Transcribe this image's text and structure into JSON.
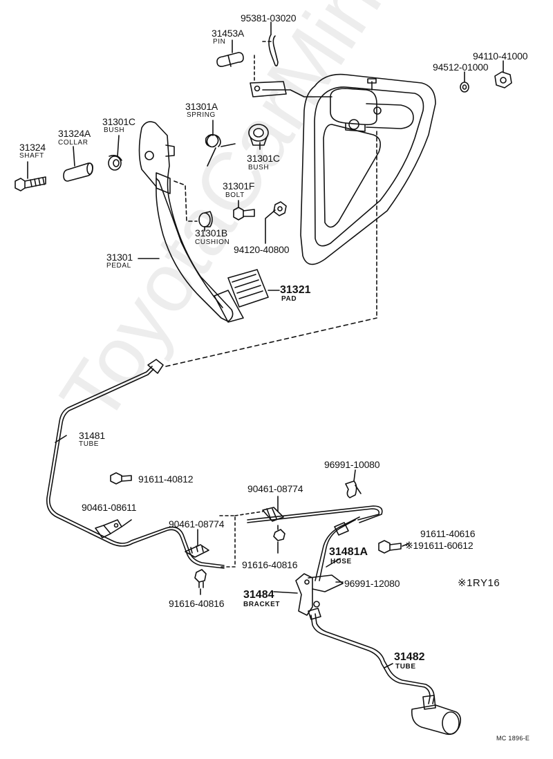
{
  "watermark": "ToyotaCarMine.ru",
  "footer_code": "MC  1896-E",
  "note_tag": "※1RY16",
  "parts": {
    "p95381": {
      "number": "95381-03020"
    },
    "p31453A": {
      "number": "31453A",
      "name": "PIN"
    },
    "p94110": {
      "number": "94110-41000"
    },
    "p94512": {
      "number": "94512-01000"
    },
    "p31301A": {
      "number": "31301A",
      "name": "SPRING"
    },
    "p31301C_left": {
      "number": "31301C",
      "name": "BUSH"
    },
    "p31324A": {
      "number": "31324A",
      "name": "COLLAR"
    },
    "p31324": {
      "number": "31324",
      "name": "SHAFT"
    },
    "p31301C_right": {
      "number": "31301C",
      "name": "BUSH"
    },
    "p31301F": {
      "number": "31301F",
      "name": "BOLT"
    },
    "p31301B": {
      "number": "31301B",
      "name": "CUSHION"
    },
    "p94120": {
      "number": "94120-40800"
    },
    "p31301": {
      "number": "31301",
      "name": "PEDAL"
    },
    "p31321": {
      "number": "31321",
      "name": "PAD"
    },
    "p31481": {
      "number": "31481",
      "name": "TUBE"
    },
    "p96991_10080": {
      "number": "96991-10080"
    },
    "p91611_40812": {
      "number": "91611-40812"
    },
    "p90461_08774_top": {
      "number": "90461-08774"
    },
    "p90461_08611": {
      "number": "90461-08611"
    },
    "p90461_08774_mid": {
      "number": "90461-08774"
    },
    "p91611_40616": {
      "number": "91611-40616"
    },
    "p91611_60612": {
      "number": "※191611-60612"
    },
    "p31481A": {
      "number": "31481A",
      "name": "HOSE"
    },
    "p91616_40816_mid": {
      "number": "91616-40816"
    },
    "p96991_12080": {
      "number": "96991-12080"
    },
    "p31484": {
      "number": "31484",
      "name": "BRACKET"
    },
    "p91616_40816_left": {
      "number": "91616-40816"
    },
    "p31482": {
      "number": "31482",
      "name": "TUBE"
    }
  }
}
